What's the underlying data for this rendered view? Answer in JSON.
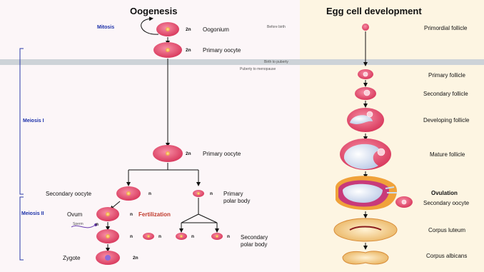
{
  "oogenesis": {
    "title": "Oogenesis",
    "mitosis": "Mitosis",
    "meiosis1": "Meiosis I",
    "meiosis2": "Meiosis II",
    "before_birth": "Before birth",
    "birth_to_puberty": "Birth to puberty",
    "puberty_to_menopause": "Puberty to menopause",
    "oogonium": "Oogonium",
    "primary_oocyte": "Primary oocyte",
    "secondary_oocyte": "Secondary oocyte",
    "primary_polar_body": [
      "Primary",
      "polar body"
    ],
    "ovum": "Ovum",
    "fertilization": "Fertilization",
    "sperm": "Sperm",
    "secondary_polar_body": [
      "Secondary",
      "polar body"
    ],
    "zygote": "Zygote",
    "ploidy_2n": "2n",
    "ploidy_n": "n"
  },
  "egg_dev": {
    "title": "Egg cell development",
    "primordial": "Primordial follicle",
    "primary": "Primary follicle",
    "secondary": "Secondary follicle",
    "developing": "Developing follicle",
    "mature": "Mature follicle",
    "ovulation": "Ovulation",
    "secondary_oocyte": "Secondary oocyte",
    "corpus_luteum": "Corpus luteum",
    "corpus_albicans": "Corpus albicans"
  },
  "colors": {
    "cell": "#e8506f",
    "nucleus": "#f6c046",
    "bracket": "#2a3aa8",
    "corpus": "#f3c37a"
  }
}
